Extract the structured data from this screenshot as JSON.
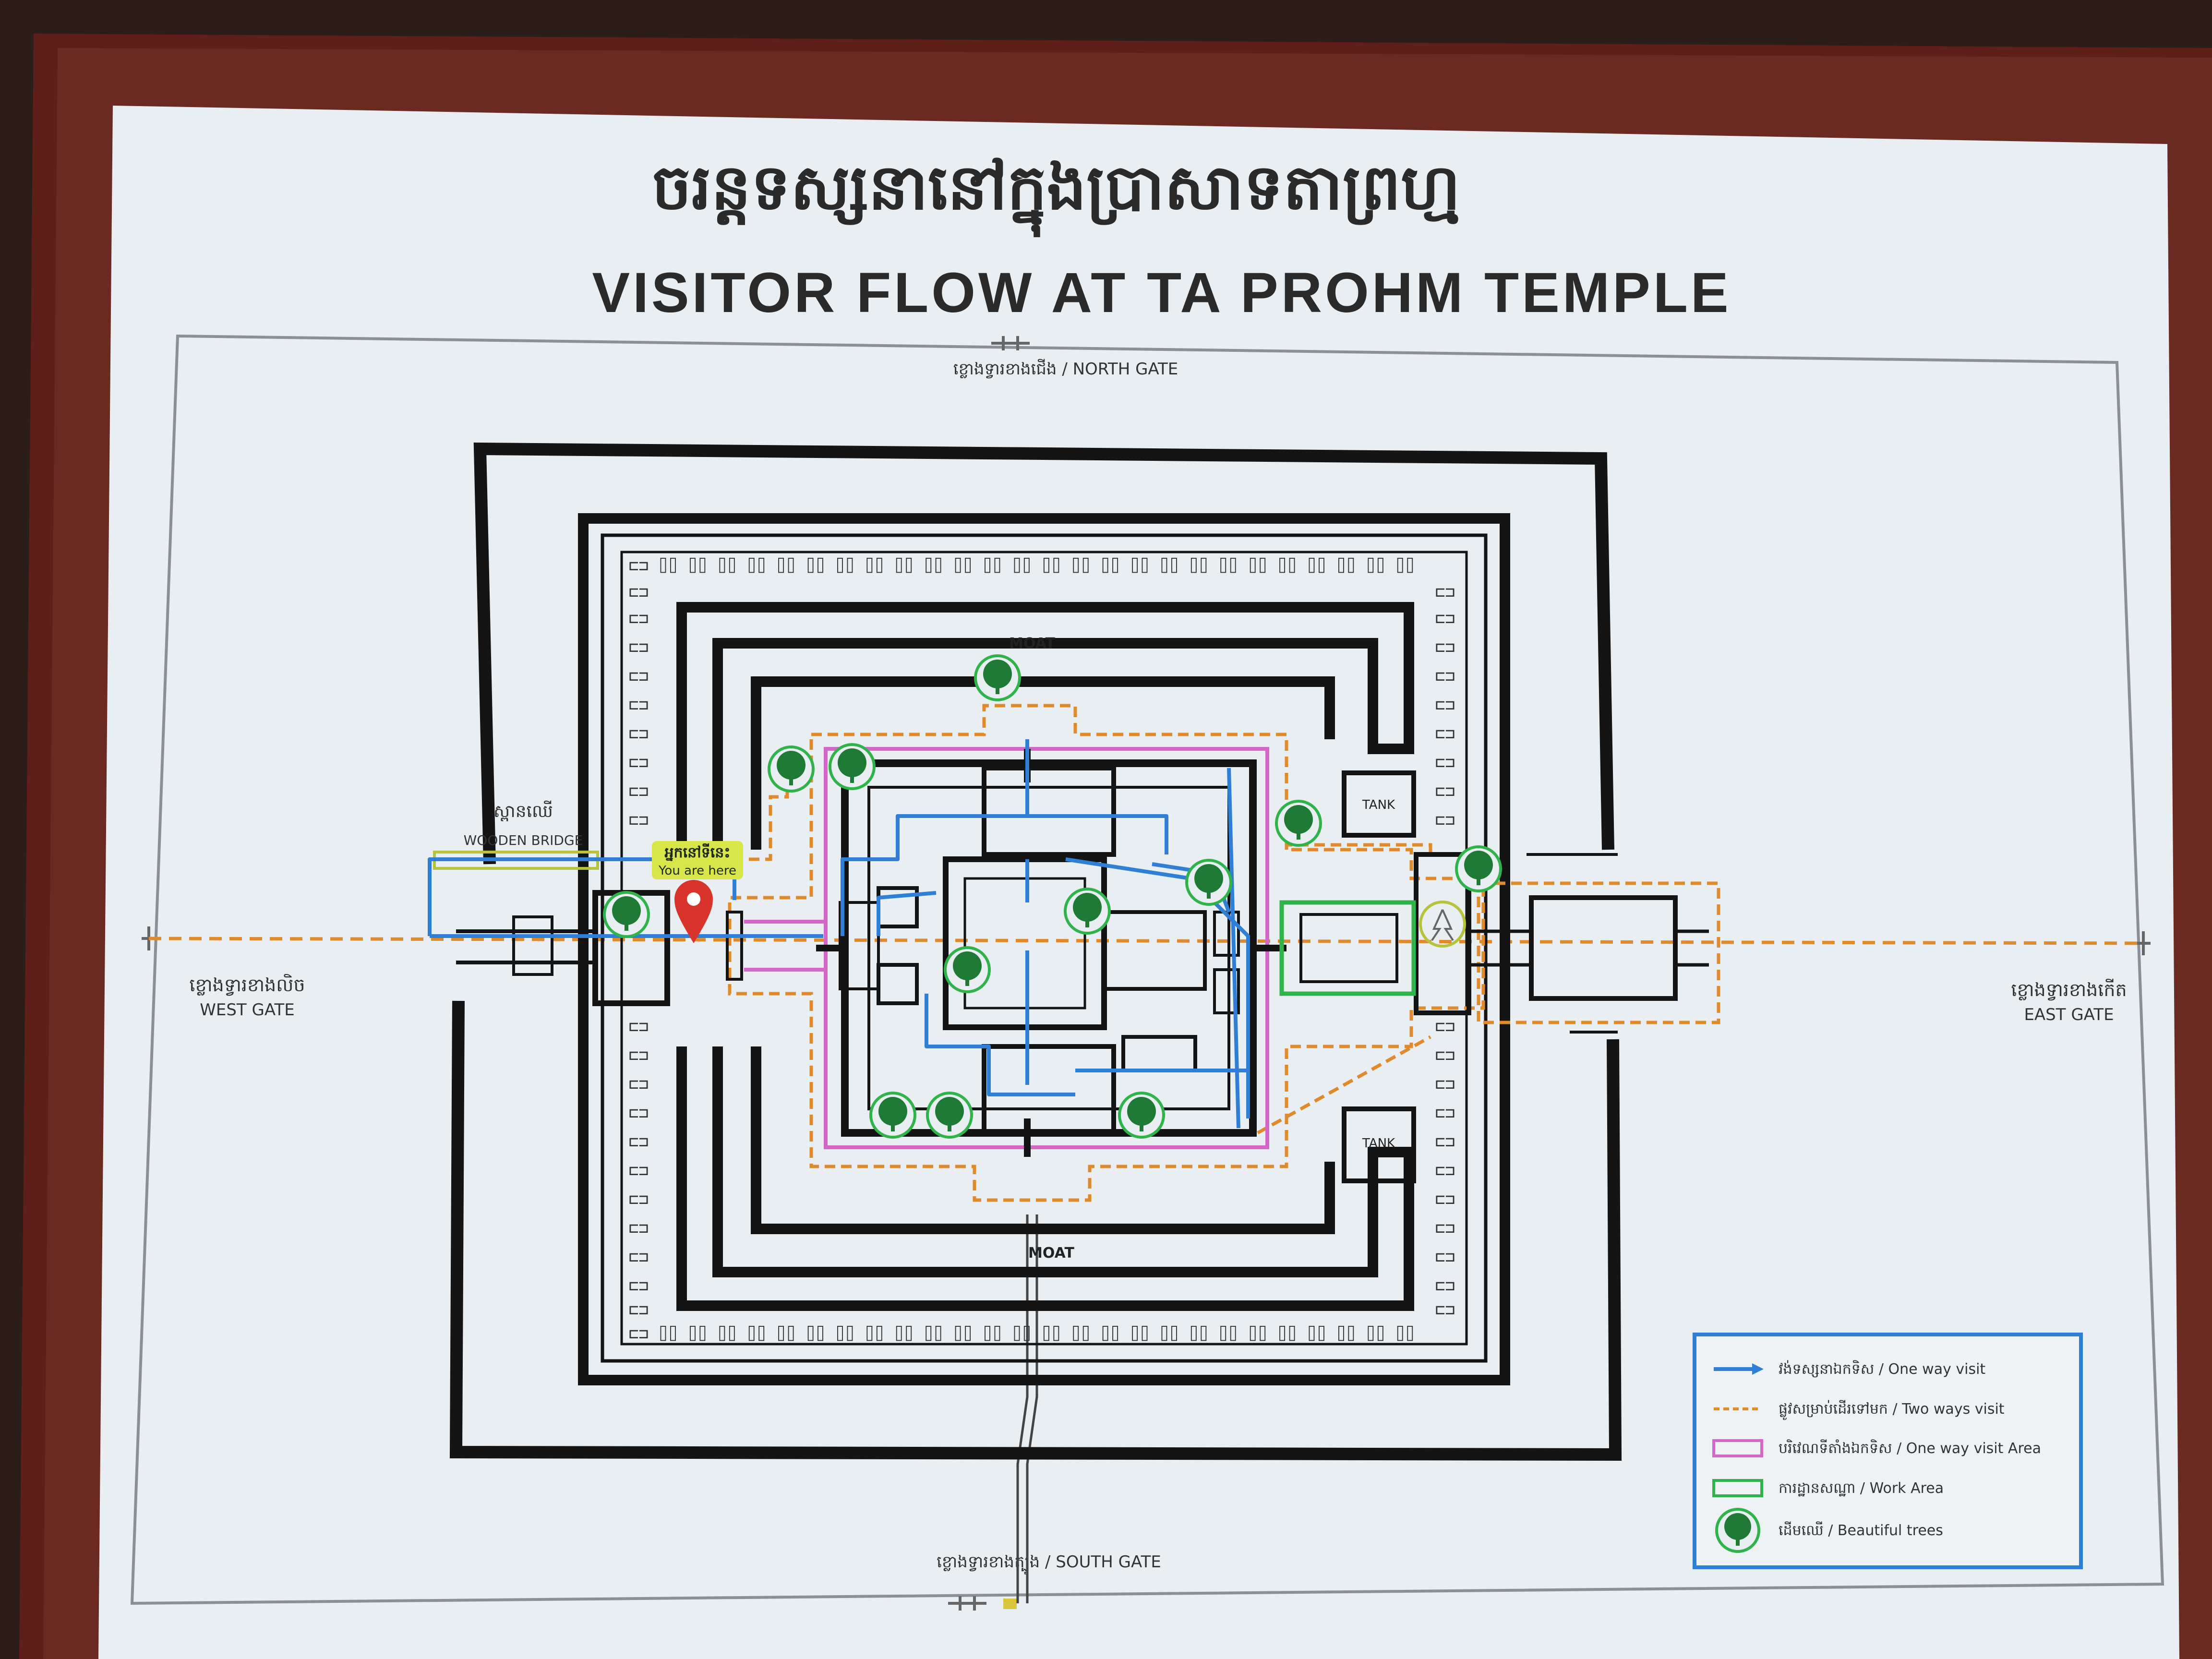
{
  "title_khmer": "ចរន្តទស្សនានៅក្នុងប្រាសាទតាព្រហ្ម",
  "title_english": "VISITOR FLOW AT TA PROHM TEMPLE",
  "gates": {
    "north": "ខ្លោងទ្វារខាងជើង / NORTH GATE",
    "south": "ខ្លោងទ្វារខាងត្បូង / SOUTH GATE",
    "west_khmer": "ខ្លោងទ្វារខាងលិច",
    "west_english": "WEST GATE",
    "east_khmer": "ខ្លោងទ្វារខាងកើត",
    "east_english": "EAST GATE"
  },
  "features": {
    "moat_north": "MOAT",
    "moat_south": "MOAT",
    "tank_north": "TANK",
    "tank_south": "TANK",
    "wooden_bridge_khmer": "ស្ពានឈើ",
    "wooden_bridge_english": "WOODEN BRIDGE"
  },
  "you_are_here": {
    "khmer": "អ្នកនៅទីនេះ",
    "english": "You are here"
  },
  "legend": [
    {
      "kind": "arrow",
      "label": "វង់ទស្សនាឯកទិស / One way visit"
    },
    {
      "kind": "dashed",
      "label": "ផ្លូវសម្រាប់ដើរទៅមក / Two ways visit"
    },
    {
      "kind": "pink-box",
      "label": "បរិវេណទីតាំងឯកទិស / One way visit Area"
    },
    {
      "kind": "green-box",
      "label": "ការដ្ឋានសណ្ឋា / Work Area"
    },
    {
      "kind": "tree",
      "label": "ដើមឈើ / Beautiful trees"
    }
  ],
  "colors": {
    "board": "#e9eef2",
    "frame": "#5e1f1a",
    "one_way": "#2f7fd6",
    "two_way": "#e08a2e",
    "one_way_area": "#d468c8",
    "work_area": "#2fb34a",
    "tree": "#1e7a34",
    "you_are_here_pin": "#d9342b",
    "you_are_here_tag": "#d8e64a"
  },
  "icons": [
    "tree-icon",
    "location-pin-icon",
    "arrow-right-icon"
  ]
}
